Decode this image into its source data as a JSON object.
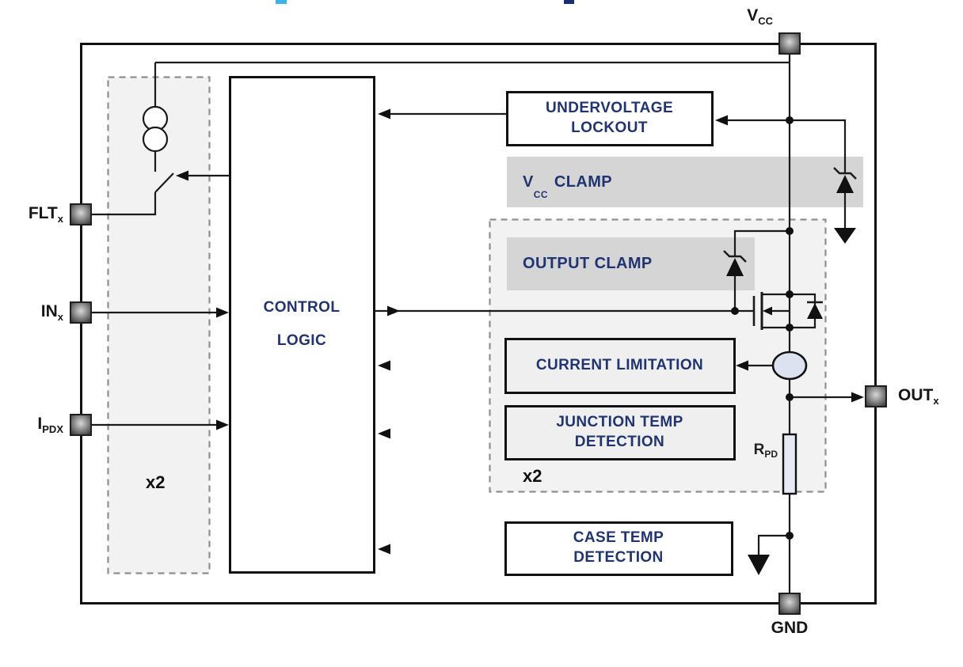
{
  "pins": {
    "vcc": {
      "base": "V",
      "sub": "CC"
    },
    "flt": {
      "base": "FLT",
      "sub": "x"
    },
    "in": {
      "base": "IN",
      "sub": "x"
    },
    "ipdx": {
      "base": "I",
      "sub": "PDX"
    },
    "out": {
      "base": "OUT",
      "sub": "x"
    },
    "gnd": {
      "label": "GND"
    }
  },
  "blocks": {
    "control_logic": {
      "line1": "CONTROL",
      "line2": "LOGIC"
    },
    "undervoltage_lockout": {
      "line1": "UNDERVOLTAGE",
      "line2": "LOCKOUT"
    },
    "vcc_clamp": {
      "base": "V",
      "sub": "CC",
      "rest": "CLAMP"
    },
    "output_clamp": {
      "label": "OUTPUT CLAMP"
    },
    "current_limitation": {
      "label": "CURRENT LIMITATION"
    },
    "junction_temp_detection": {
      "line1": "JUNCTION TEMP",
      "line2": "DETECTION"
    },
    "case_temp_detection": {
      "line1": "CASE TEMP",
      "line2": "DETECTION"
    }
  },
  "annotations": {
    "multiplier_left": "x2",
    "multiplier_right": "x2",
    "pulldown_resistor": {
      "base": "R",
      "sub": "PD"
    }
  },
  "symbols": {
    "current_source": "current-source-icon",
    "fault_switch": "switch-icon",
    "vcc_clamp_diode": "zener-diode-icon",
    "output_clamp_diode": "zener-diode-icon",
    "power_mosfet": "nmos-transistor-icon",
    "body_diode": "diode-icon",
    "current_sensor": "current-sensor-icon",
    "pulldown_resistor": "resistor-icon",
    "substrate_ground": "ground-arrow-icon"
  },
  "colors": {
    "label_navy": "#203472",
    "pin_label": "#161616",
    "line": "#1a1a1a",
    "band_gray": "#d5d5d5",
    "dashed_fill": "#f2f2f2",
    "inner_box_fill": "#efefef",
    "sensor_fill": "#dce2f0",
    "resistor_fill": "#e7eaf4",
    "artifact_light_blue": "#3fb3e8",
    "artifact_dark_blue": "#1d2d72"
  }
}
